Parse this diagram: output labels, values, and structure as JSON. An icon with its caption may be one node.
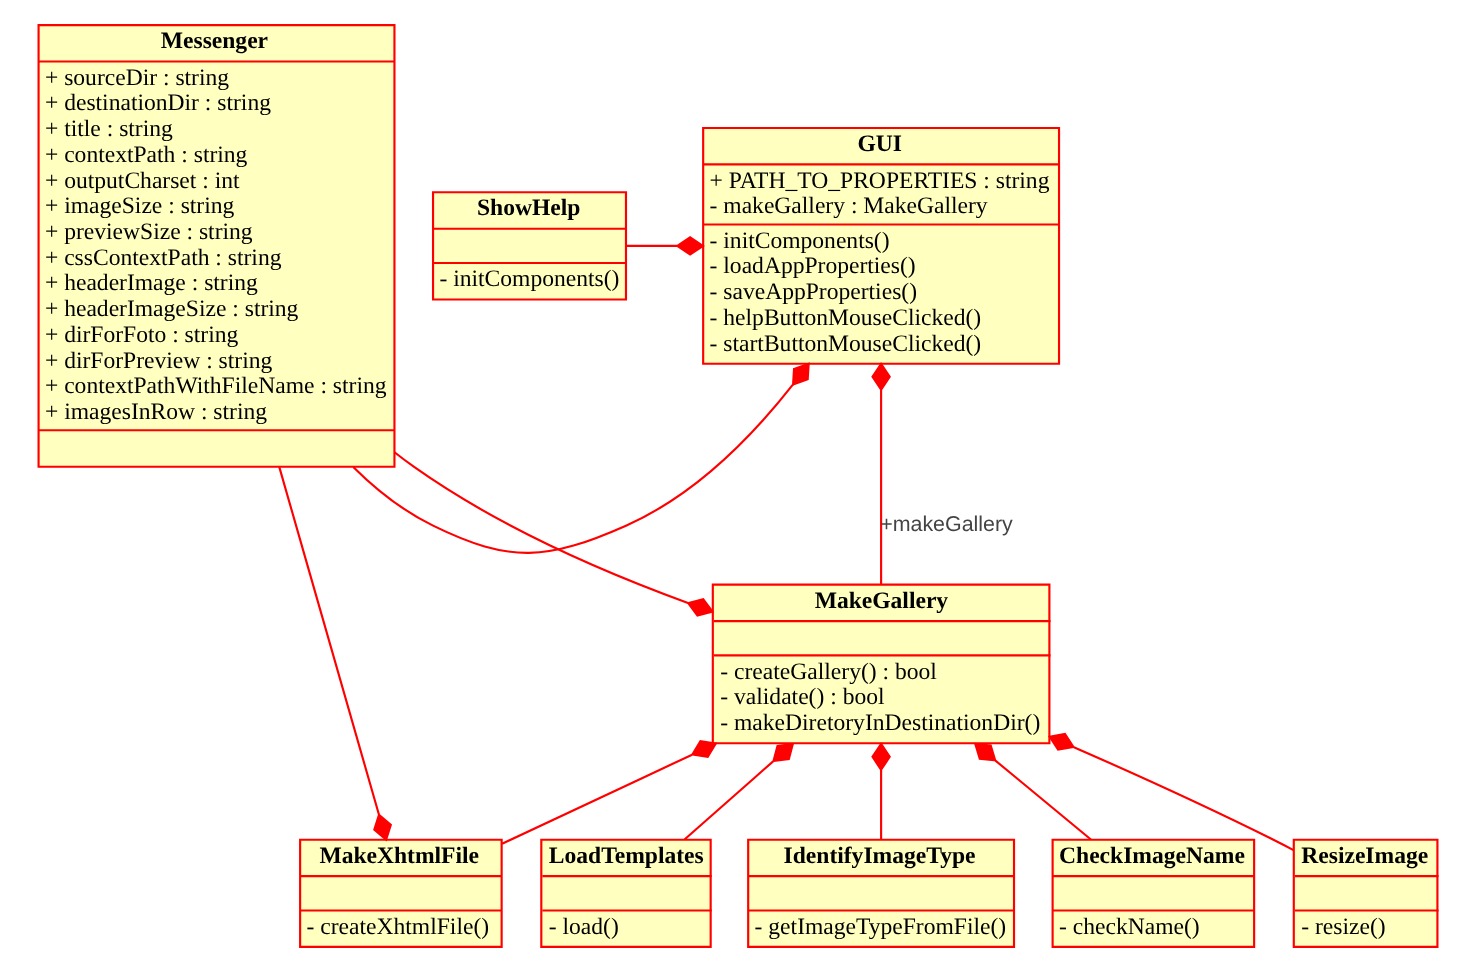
{
  "diagram": {
    "nodes": [
      {
        "text": [
          "GUI",
          "+ PATH_TO_PROPERTIES : string",
          "- makeGallery : MakeGallery",
          "- initComponents()",
          "- loadAppProperties()",
          "- saveAppProperties()",
          "- helpButtonMouseClicked()",
          "- startButtonMouseClicked()"
        ]
      },
      {
        "text": [
          "ShowHelp",
          "- initComponents()"
        ]
      },
      {
        "text": [
          "Messenger",
          "+ sourceDir : string",
          "+ destinationDir : string",
          "+ title : string",
          "+ contextPath : string",
          "+ outputCharset : int",
          "+ imageSize : string",
          "+ previewSize : string",
          "+ cssContextPath : string",
          "+ headerImage : string",
          "+ headerImageSize : string",
          "+ dirForFoto : string",
          "+ dirForPreview : string",
          "+ contextPathWithFileName : string",
          "+ imagesInRow : string"
        ]
      },
      {
        "text": [
          "MakeGallery",
          "- createGallery() : bool",
          "- validate() : bool",
          "- makeDiretoryInDestinationDir()"
        ]
      },
      {
        "text": [
          "LoadTemplates",
          "- load()"
        ]
      },
      {
        "text": [
          "IdentifyImageType",
          "- getImageTypeFromFile()"
        ]
      },
      {
        "text": [
          "CheckImageName",
          "- checkName()"
        ]
      },
      {
        "text": [
          "ResizeImage",
          "- resize()"
        ]
      },
      {
        "text": [
          "MakeXhtmlFile",
          "- createXhtmlFile()"
        ]
      }
    ],
    "edges": [
      {
        "from": 1,
        "to": 0,
        "arrow": "other"
      },
      {
        "from": 2,
        "to": 0,
        "arrow": "other"
      },
      {
        "from": 3,
        "to": 0,
        "arrow": "other",
        "label": "+makeGallery"
      },
      {
        "from": 2,
        "to": 3,
        "arrow": "other"
      },
      {
        "from": 4,
        "to": 3,
        "arrow": "other"
      },
      {
        "from": 5,
        "to": 3,
        "arrow": "other"
      },
      {
        "from": 6,
        "to": 3,
        "arrow": "other"
      },
      {
        "from": 7,
        "to": 3,
        "arrow": "other"
      },
      {
        "from": 8,
        "to": 3,
        "arrow": "other"
      },
      {
        "from": 2,
        "to": 8,
        "arrow": "other"
      }
    ]
  }
}
